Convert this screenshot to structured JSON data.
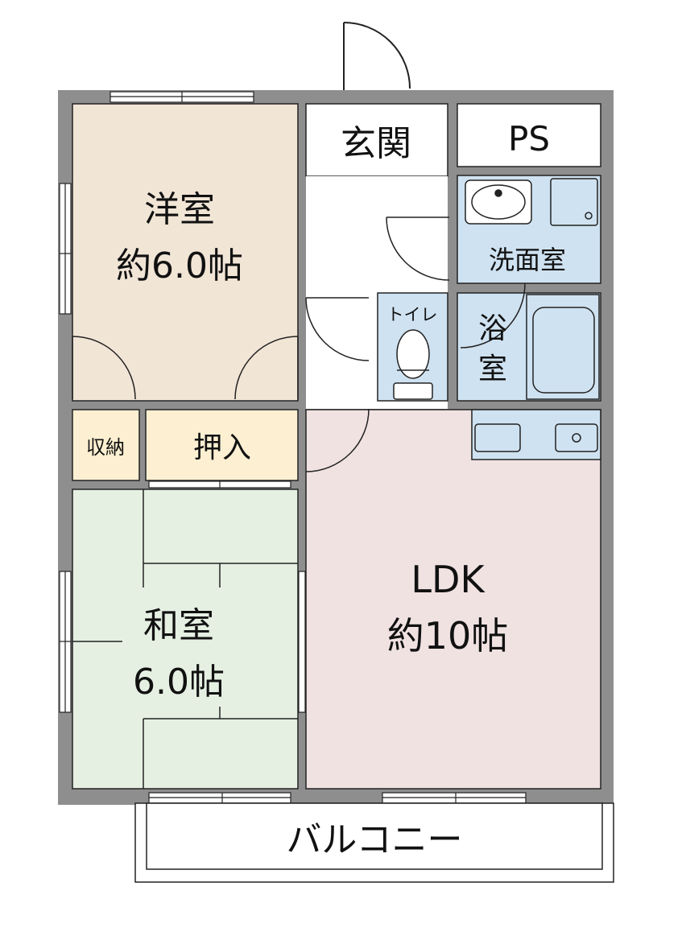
{
  "colors": {
    "wall": "#8e8e8e",
    "western_room": "#f1e5d6",
    "japanese_room": "#e5f0e3",
    "ldk": "#f1e2e2",
    "wet_area": "#cfe2f1",
    "storage": "#fdf0d2",
    "hall": "#ffffff",
    "line": "#222222"
  },
  "rooms": {
    "western": {
      "name": "洋室",
      "size": "約6.0帖"
    },
    "japanese": {
      "name": "和室",
      "size": "6.0帖"
    },
    "ldk": {
      "name": "LDK",
      "size": "約10帖"
    },
    "entrance": {
      "name": "玄関"
    },
    "ps": {
      "name": "PS"
    },
    "washroom": {
      "name": "洗面室"
    },
    "toilet": {
      "name": "トイレ"
    },
    "bath": {
      "name_line1": "浴",
      "name_line2": "室"
    },
    "closet": {
      "name": "収納"
    },
    "oshiire": {
      "name": "押入"
    },
    "balcony": {
      "name": "バルコニー"
    }
  }
}
